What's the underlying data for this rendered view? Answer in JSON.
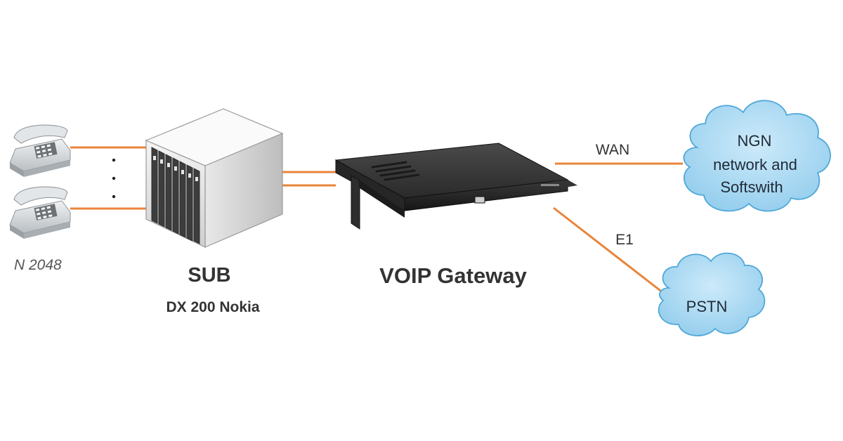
{
  "colors": {
    "link": "#e8843a",
    "cloud_fill": "#a9d8f2",
    "cloud_stroke": "#4fa8d8",
    "text": "#333333"
  },
  "phones": {
    "count_label": "N 2048",
    "dots": "·"
  },
  "switch": {
    "title": "SUB",
    "subtitle": "DX 200 Nokia"
  },
  "gateway": {
    "title": "VOIP Gateway"
  },
  "links": {
    "wan_label": "WAN",
    "e1_label": "E1"
  },
  "clouds": {
    "ngn": {
      "line1": "NGN",
      "line2": "network and",
      "line3": "Softswith"
    },
    "pstn": {
      "label": "PSTN"
    }
  }
}
